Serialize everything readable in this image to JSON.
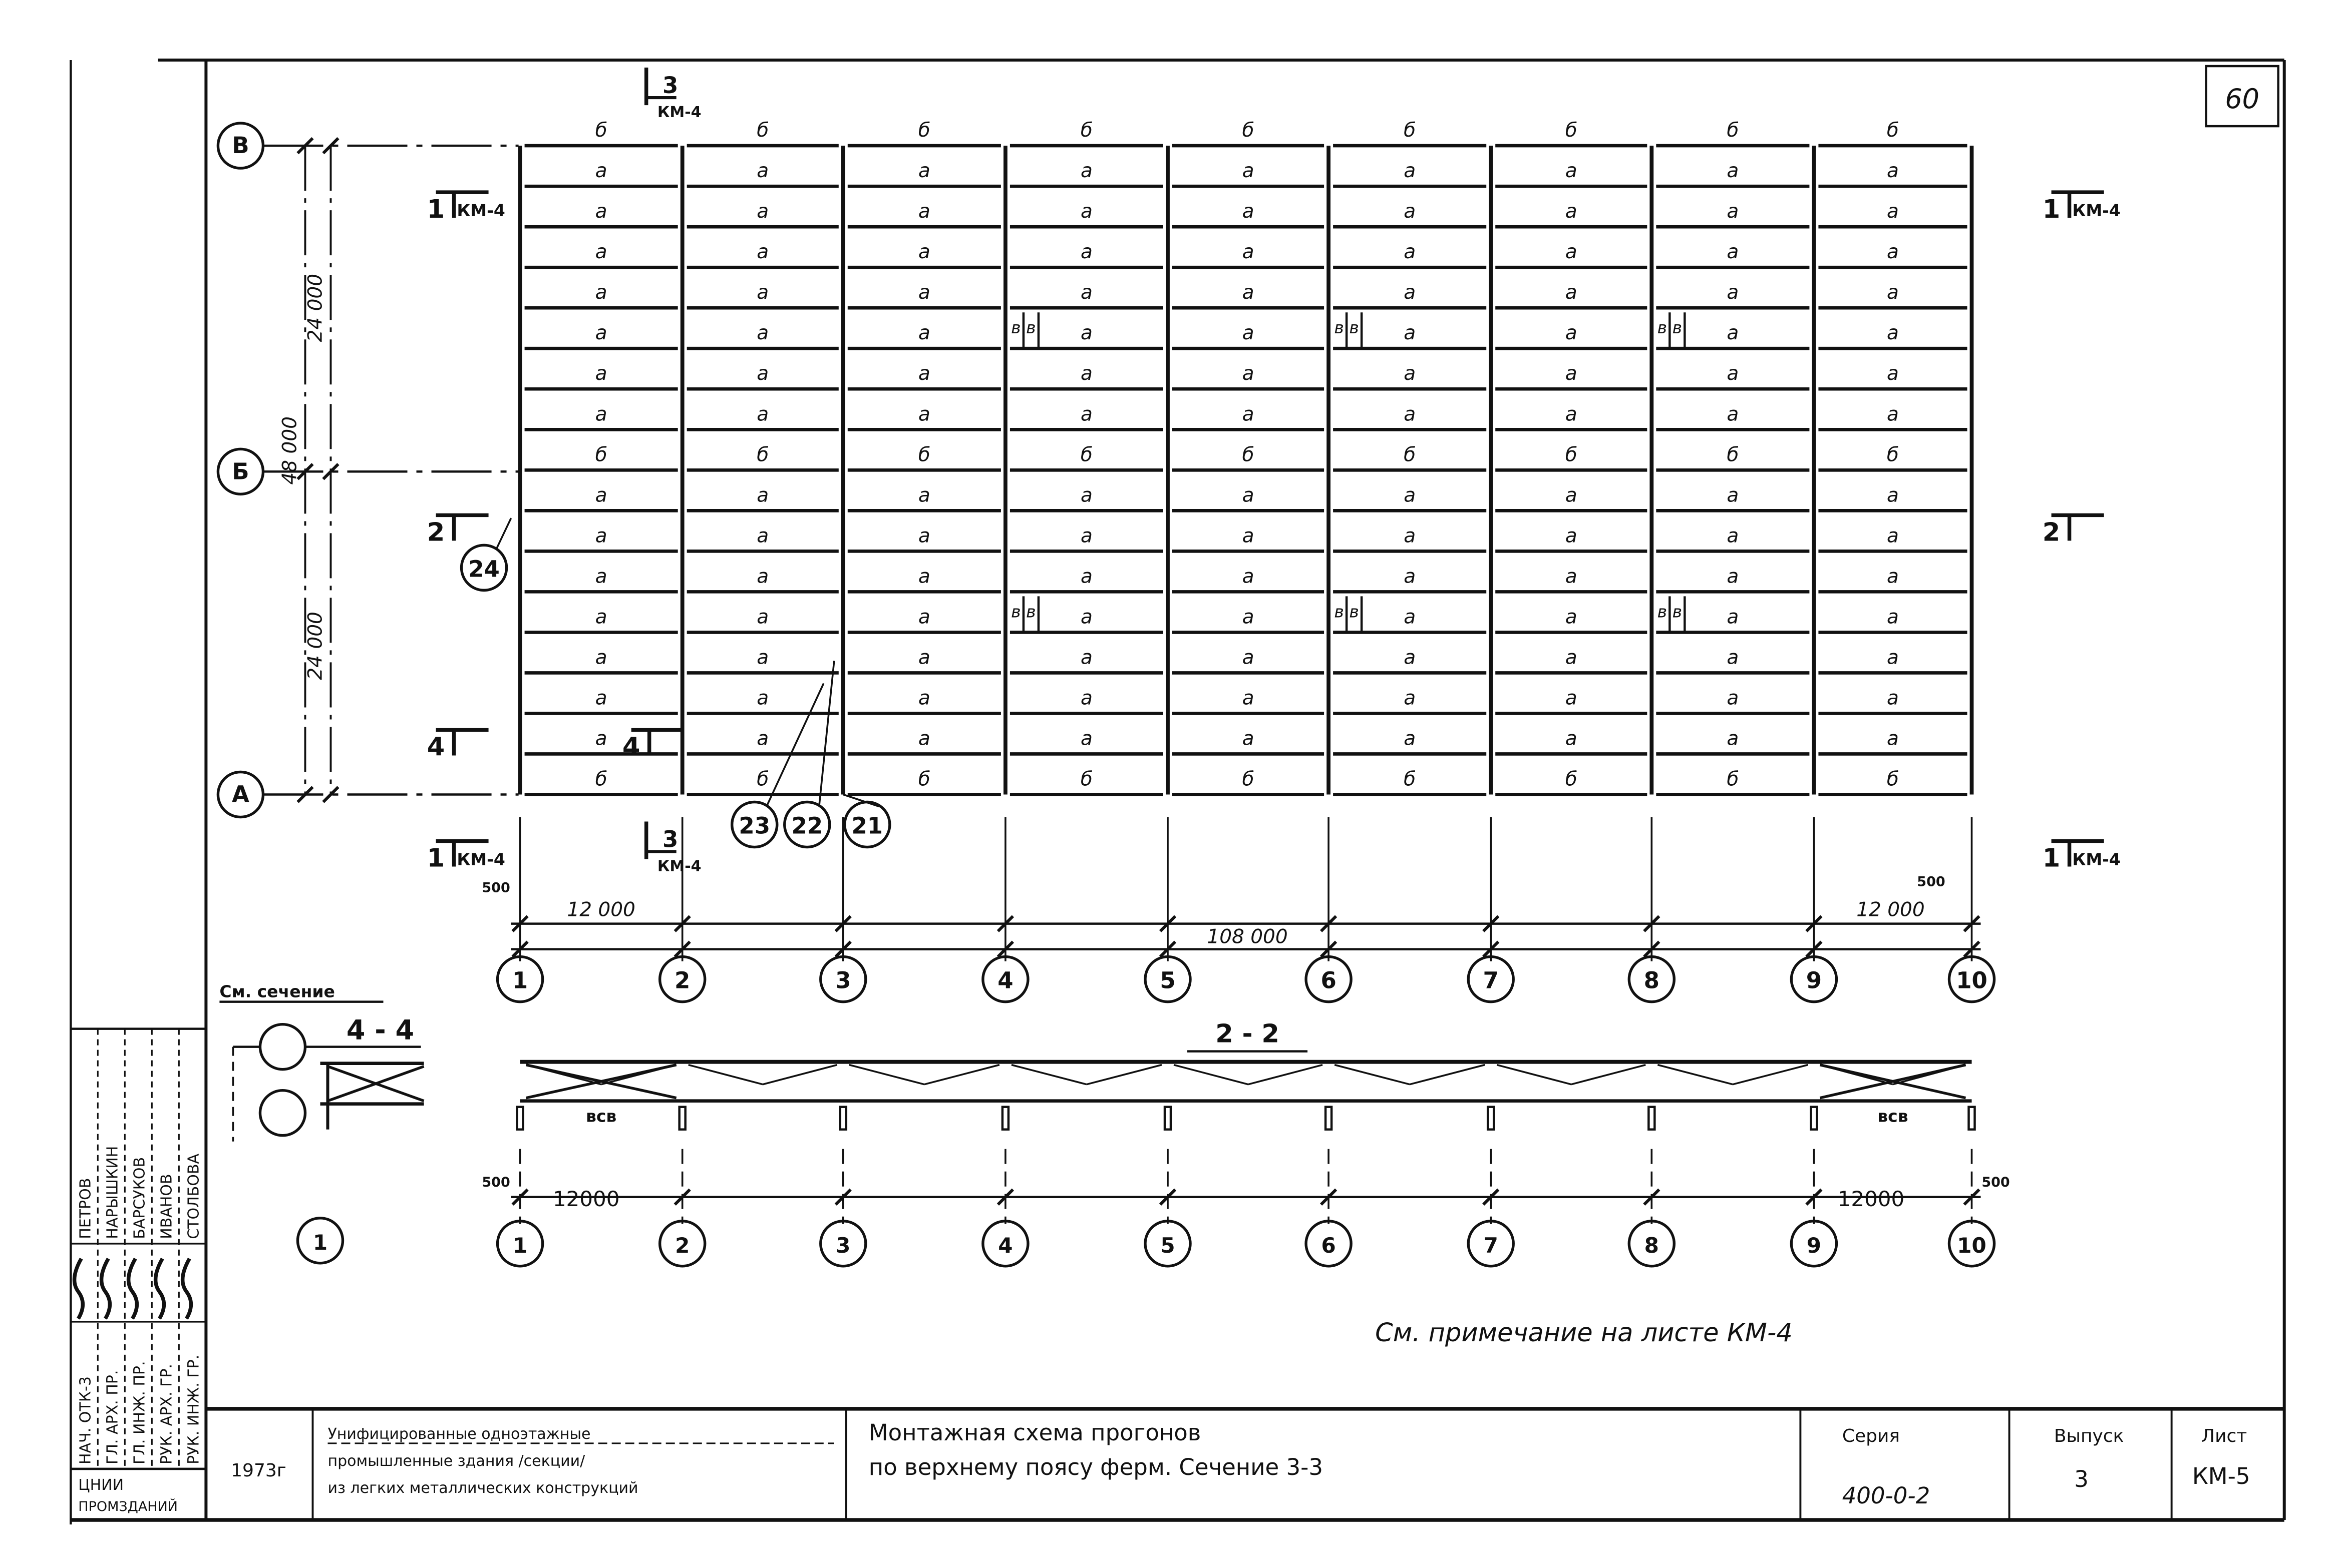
{
  "sheet_number": "60",
  "axes_rows": [
    "В",
    "Б",
    "А"
  ],
  "axes_cols": [
    "1",
    "2",
    "3",
    "4",
    "5",
    "6",
    "7",
    "8",
    "9",
    "10"
  ],
  "plan": {
    "purlin_labels": [
      "б",
      "а",
      "а",
      "а",
      "а",
      "а",
      "а",
      "а",
      "б",
      "а",
      "а",
      "а",
      "а",
      "а",
      "а",
      "а",
      "б"
    ],
    "special_mark_left": "в",
    "special_mark_right": "в"
  },
  "dims": {
    "total_height": "48 000",
    "half_height_top": "24 000",
    "half_height_bottom": "24 000",
    "end_span_left": "12 000",
    "end_span_right": "12 000",
    "total_length": "108 000",
    "offset_left": "500",
    "offset_right": "500",
    "section_span_left": "12000",
    "section_span_right": "12000",
    "section_offset_left": "500",
    "section_offset_right": "500"
  },
  "sections": {
    "s1_num": "1",
    "s1_ref": "КМ-4",
    "s2_num": "2",
    "s3_num": "3",
    "s3_ref": "КМ-4",
    "s4_num": "4"
  },
  "callouts": [
    "24",
    "23",
    "22",
    "21"
  ],
  "section_2_2": {
    "title": "2 - 2",
    "brace_label": "всв"
  },
  "section_4_4": {
    "see": "См. сечение",
    "title": "4 - 4",
    "axis": "1"
  },
  "note": "См. примечание на листе КМ-4",
  "stamp": {
    "roles": [
      "НАЧ. ОТК-3",
      "ГЛ. АРХ. ПР.",
      "ГЛ. ИНЖ. ПР.",
      "РУК. АРХ. ГР.",
      "РУК. ИНЖ. ГР."
    ],
    "names": [
      "ПЕТРОВ",
      "НАРЫШКИН",
      "БАРСУКОВ",
      "ИВАНОВ",
      "СТОЛБОВА"
    ],
    "org": [
      "ЦНИИ",
      "ПРОМЗДАНИЙ"
    ]
  },
  "title_block": {
    "year": "1973г",
    "subject": [
      "Унифицированные одноэтажные",
      "промышленные здания /секции/",
      "из легких металлических конструкций"
    ],
    "title": [
      "Монтажная схема прогонов",
      "по верхнему поясу ферм. Сечение 3-3"
    ],
    "series_label": "Серия",
    "series_value": "400-0-2",
    "issue_label": "Выпуск",
    "issue_value": "3",
    "sheet_label": "Лист",
    "sheet_value": "КМ-5"
  }
}
